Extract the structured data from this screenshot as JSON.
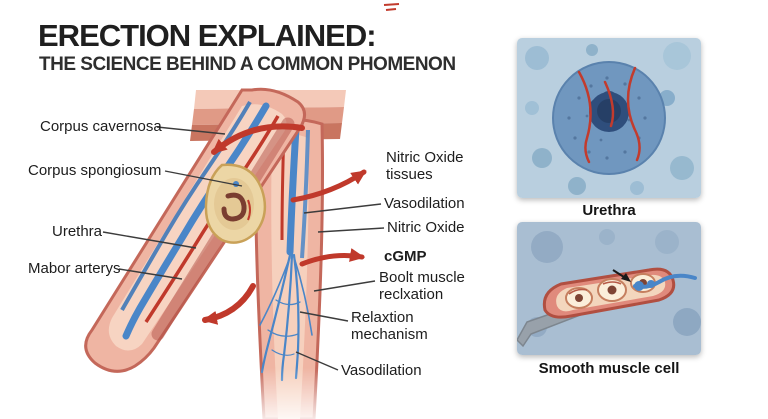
{
  "header": {
    "title": "ERECTION EXPLAINED:",
    "subtitle": "THE SCIENCE BEHIND A COMMON PHOMENON"
  },
  "diagram": {
    "left_labels": [
      "Corpus cavernosa",
      "Corpus spongiosum",
      "Urethra",
      "Mabor arterys"
    ],
    "right_labels": [
      "Nitric Oxide tissues",
      "Vasodilation",
      "Nitric Oxide",
      "cGMP",
      "Boolt muscle reclxation",
      "Relaxtion mechanism",
      "Vasodilation"
    ]
  },
  "panels": {
    "top_caption": "Urethra",
    "bottom_caption": "Smooth muscle cell"
  },
  "colors": {
    "artery_red": "#c0392b",
    "vein_blue": "#4a86c8",
    "tissue_pink": "#efb5a3",
    "tissue_outline": "#c4685a",
    "glans_cream": "#ecd6a5",
    "panel_blue": "#b9cfdf"
  }
}
